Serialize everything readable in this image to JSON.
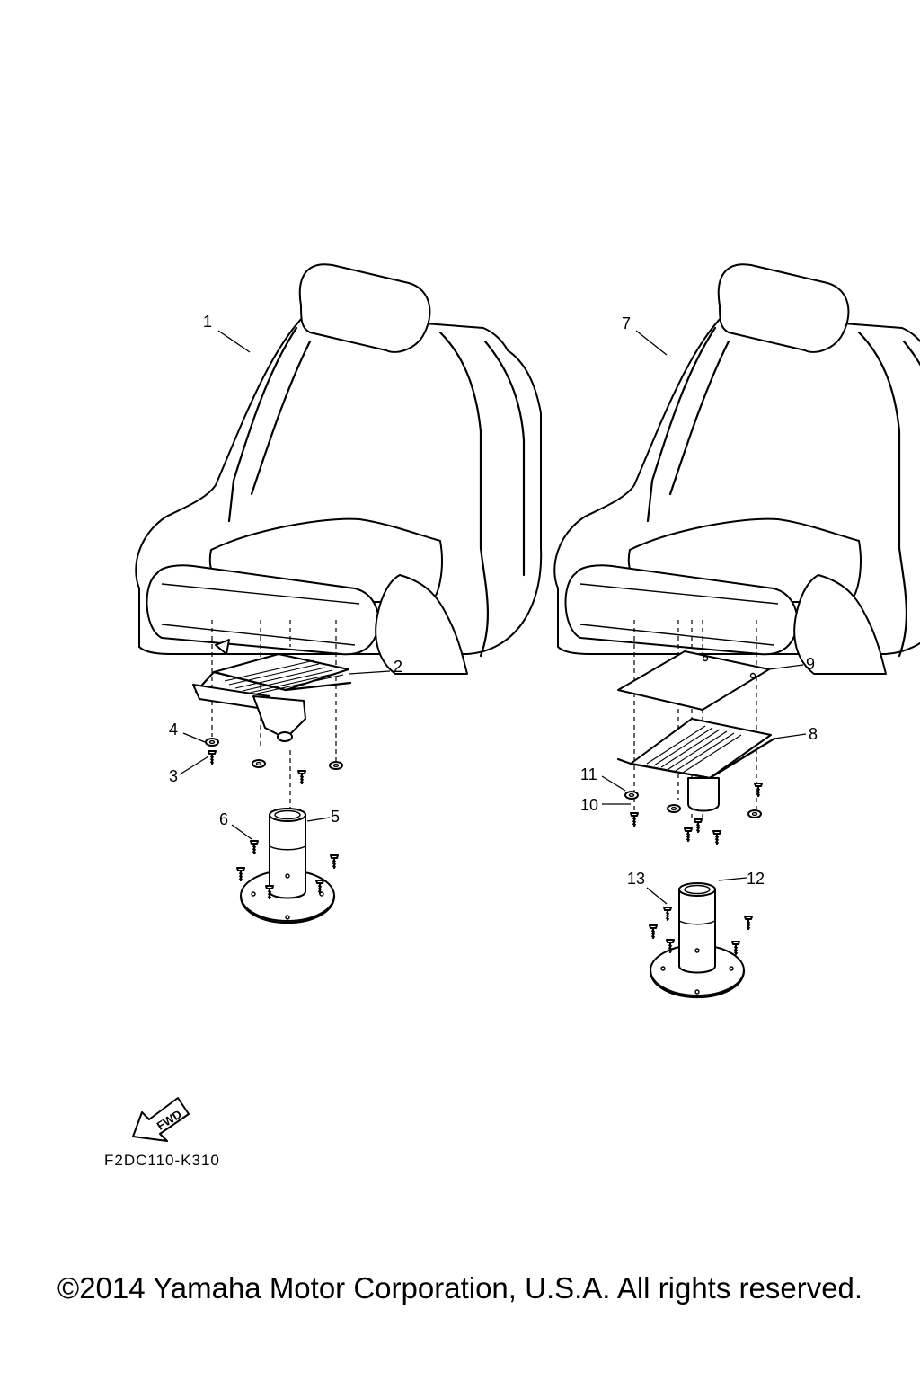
{
  "diagram": {
    "callouts": [
      {
        "label": "1"
      },
      {
        "label": "2"
      },
      {
        "label": "3"
      },
      {
        "label": "4"
      },
      {
        "label": "5"
      },
      {
        "label": "6"
      },
      {
        "label": "7"
      },
      {
        "label": "8"
      },
      {
        "label": "9"
      },
      {
        "label": "10"
      },
      {
        "label": "11"
      },
      {
        "label": "12"
      },
      {
        "label": "13"
      }
    ],
    "fwd_arrow_label": "FWD",
    "diagram_code": "F2DC110-K310"
  },
  "footer": {
    "copyright": "©2014 Yamaha Motor Corporation, U.S.A. All rights reserved."
  }
}
